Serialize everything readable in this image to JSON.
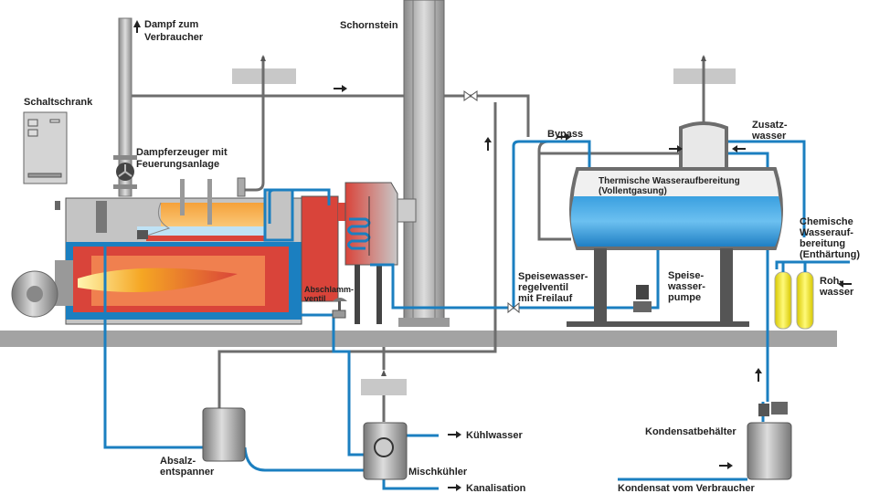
{
  "labels": {
    "steam_to_consumer_1": "Dampf zum",
    "steam_to_consumer_2": "Verbraucher",
    "chimney": "Schornstein",
    "control_cabinet": "Schaltschrank",
    "steam_generator_1": "Dampferzeuger mit",
    "steam_generator_2": "Feuerungsanlage",
    "bypass": "Bypass",
    "thermal_treatment_1": "Thermische Wasseraufbereitung",
    "thermal_treatment_2": "(Vollentgasung)",
    "makeup_water_1": "Zusatz-",
    "makeup_water_2": "wasser",
    "chemical_treatment_1": "Chemische",
    "chemical_treatment_2": "Wasserauf-",
    "chemical_treatment_3": "bereitung",
    "chemical_treatment_4": "(Enthärtung)",
    "raw_water_1": "Roh-",
    "raw_water_2": "wasser",
    "feed_valve_1": "Speisewasser-",
    "feed_valve_2": "regelventil",
    "feed_valve_3": "mit Freilauf",
    "feed_pump_1": "Speise-",
    "feed_pump_2": "wasser-",
    "feed_pump_3": "pumpe",
    "blowdown_valve_1": "Abschlamm-",
    "blowdown_valve_2": "ventil",
    "blowdown_flash_1": "Absalz-",
    "blowdown_flash_2": "entspanner",
    "cooling_water": "Kühlwasser",
    "mixing_cooler": "Mischkühler",
    "sewer": "Kanalisation",
    "condensate_tank": "Kondensatbehälter",
    "condensate_from_consumer": "Kondensat vom Verbraucher"
  },
  "colors": {
    "water_pipe": "#1b7fc0",
    "steam_pipe": "#6d6d6d",
    "hot_gas": "#d9443a",
    "flame": "#f5a623",
    "ground": "#a3a3a3",
    "softener": "#f5ec3a"
  }
}
